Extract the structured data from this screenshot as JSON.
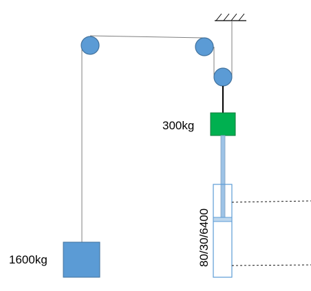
{
  "diagram": {
    "masses": {
      "counterweight": "1600kg",
      "load": "300kg"
    },
    "cylinder_label": "80/30/6400"
  },
  "colors": {
    "pulley": "#5b9bd5",
    "pulley_outline": "#41719c",
    "counterweight": "#5b9bd5",
    "load": "#00b050",
    "rope": "#7f7f7f",
    "support": "#000000",
    "cylinder": "#5b9bd5",
    "rod": "#9dc3e6"
  }
}
